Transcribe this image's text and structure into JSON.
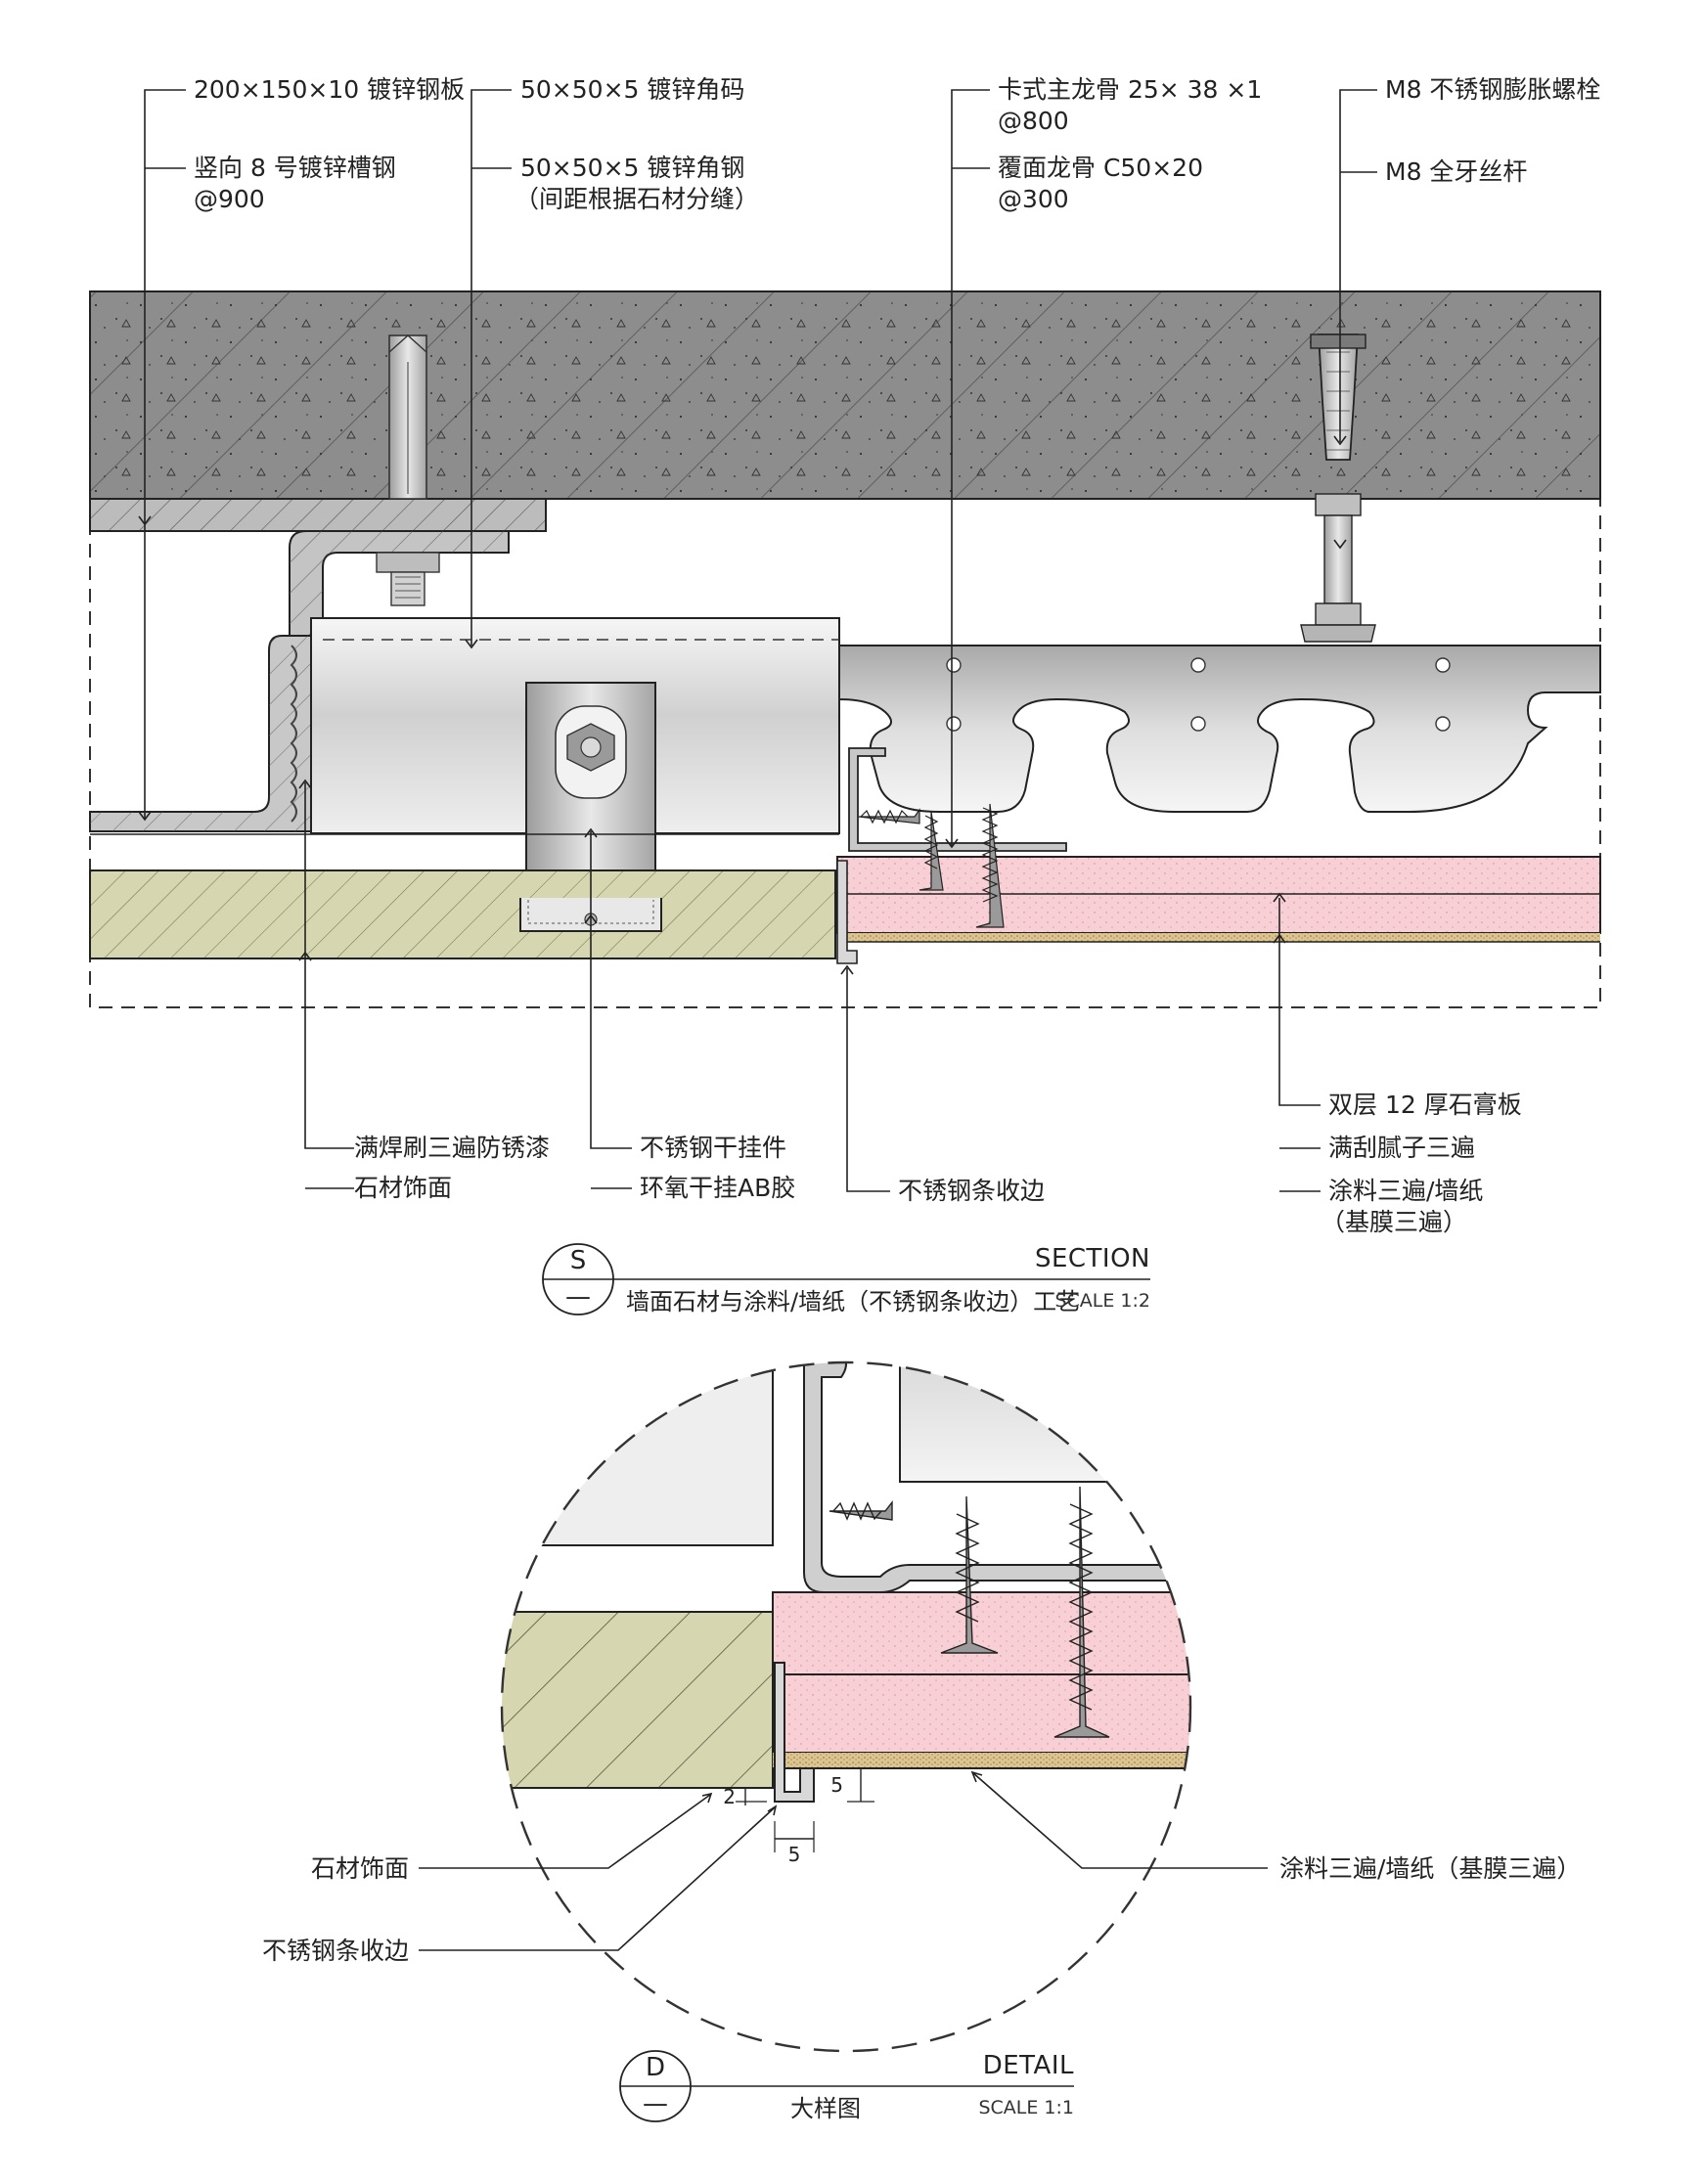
{
  "section": {
    "labels": {
      "steel_plate": "200×150×10 镀锌钢板",
      "channel_steel_1": "竖向 8 号镀锌槽钢",
      "channel_steel_2": "@900",
      "angle_code": "50×50×5 镀锌角码",
      "angle_steel": "50×50×5 镀锌角钢",
      "angle_steel_note": "（间距根据石材分缝）",
      "main_keel_1": "卡式主龙骨 25× 38 ×1",
      "main_keel_2": "@800",
      "cover_keel_1": "覆面龙骨 C50×20",
      "cover_keel_2": "@300",
      "bolt": "M8 不锈钢膨胀螺栓",
      "rod": "M8 全牙丝杆",
      "weld": "满焊刷三遍防锈漆",
      "stone": "石材饰面",
      "hanger": "不锈钢干挂件",
      "glue": "环氧干挂AB胶",
      "edge_strip": "不锈钢条收边",
      "gypsum": "双层 12 厚石膏板",
      "putty": "满刮腻子三遍",
      "paint_1": "涂料三遍/墙纸",
      "paint_2": "（基膜三遍）"
    },
    "title": {
      "letter": "S",
      "dash": "—",
      "name": "墙面石材与涂料/墙纸（不锈钢条收边）工艺",
      "type": "SECTION",
      "scale": "SCALE 1:2"
    }
  },
  "detail": {
    "labels": {
      "stone": "石材饰面",
      "edge_strip": "不锈钢条收边",
      "paint": "涂料三遍/墙纸（基膜三遍）"
    },
    "dims": {
      "gap": "2",
      "strip_width": "5",
      "strip_height": "5"
    },
    "title": {
      "letter": "D",
      "dash": "—",
      "name": "大样图",
      "type": "DETAIL",
      "scale": "SCALE 1:1"
    }
  },
  "colors": {
    "concrete": "#8f8f8f",
    "stone": "#d7d7b3",
    "gypsum": "#f8cfd4",
    "putty": "#e3cf9e",
    "steel": "#cfcfcf",
    "line": "#222222"
  }
}
